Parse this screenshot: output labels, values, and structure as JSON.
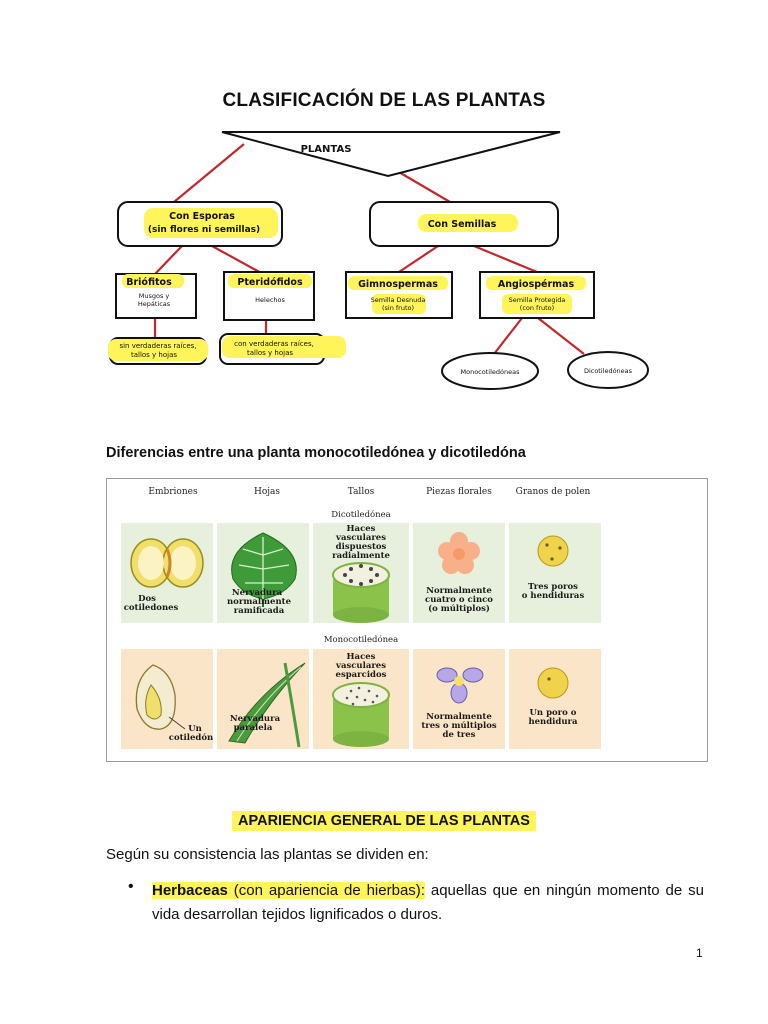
{
  "page": {
    "title": "CLASIFICACIÓN DE LAS PLANTAS",
    "page_number": "1"
  },
  "tree": {
    "root": "PLANTAS",
    "esporas_line1": "Con Esporas",
    "esporas_line2": "(sin flores ni semillas)",
    "semillas": "Con Semillas",
    "briofitos": "Briófitos",
    "briofitos_desc1": "Musgos y",
    "briofitos_desc2": "Hepáticas",
    "pteridofitos": "Pteridófidos",
    "pteridofitos_desc": "Helechos",
    "gimnospermas": "Gimnospermas",
    "gimno_desc1": "Semilla Desnuda",
    "gimno_desc2": "(sin fruto)",
    "angiospermas": "Angiospérmas",
    "angio_desc1": "Semilla Protegida",
    "angio_desc2": "(con fruto)",
    "brio_note1": "sin verdaderas raíces,",
    "brio_note2": "tallos y hojas",
    "pteri_note1": "con verdaderas raíces,",
    "pteri_note2": "tallos y hojas",
    "mono": "Monocotiledóneas",
    "dico": "Dicotiledóneas"
  },
  "differences": {
    "subtitle": "Diferencias entre una planta monocotiledónea y dicotiledóna",
    "headers": [
      "Embriones",
      "Hojas",
      "Tallos",
      "Piezas florales",
      "Granos de polen"
    ],
    "dicot": {
      "label": "Dicotiledónea",
      "embrion": [
        "Dos",
        "cotiledones"
      ],
      "hoja": [
        "Nervadura",
        "normalmente",
        "ramificada"
      ],
      "tallo": [
        "Haces",
        "vasculares",
        "dispuestos",
        "radialmente"
      ],
      "flor": [
        "Normalmente",
        "cuatro o cinco",
        "(o múltiplos)"
      ],
      "polen": [
        "Tres poros",
        "o hendiduras"
      ]
    },
    "monocot": {
      "label": "Monocotiledónea",
      "embrion": [
        "Un",
        "cotiledón"
      ],
      "hoja": [
        "Nervadura",
        "paralela"
      ],
      "tallo": [
        "Haces",
        "vasculares",
        "esparcidos"
      ],
      "flor": [
        "Normalmente",
        "tres o múltiplos",
        "de tres"
      ],
      "polen": [
        "Un poro o",
        "hendidura"
      ]
    }
  },
  "appearance": {
    "heading": "APARIENCIA GENERAL DE LAS PLANTAS",
    "intro": "Según su consistencia las plantas se dividen en:",
    "bullet_term": "Herbaceas",
    "bullet_paren": "(con apariencia de hierbas):",
    "bullet_rest": " aquellas que en ningún momento de su vida desarrollan tejidos lignificados o duros."
  },
  "colors": {
    "highlight": "#fff45a",
    "connector": "#c0282d",
    "dicot_bg": "#e6f0dc",
    "monocot_bg": "#fbe5c8"
  }
}
